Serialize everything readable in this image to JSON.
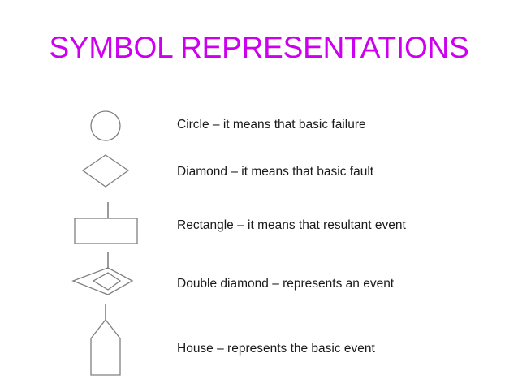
{
  "slide": {
    "title": "SYMBOL REPRESENTATIONS",
    "title_color": "#cc00ee",
    "background_color": "#ffffff",
    "shape_stroke_color": "#808080",
    "label_color": "#1a1a1a"
  },
  "symbols": [
    {
      "shape": "circle",
      "shape_icon": "circle-shape",
      "label": "Circle – it means that basic failure",
      "has_stem": false
    },
    {
      "shape": "diamond",
      "shape_icon": "diamond-shape",
      "label": "Diamond – it means that basic fault",
      "has_stem": false
    },
    {
      "shape": "rectangle",
      "shape_icon": "rectangle-shape",
      "label": "Rectangle – it means that resultant event",
      "has_stem": true
    },
    {
      "shape": "double-diamond",
      "shape_icon": "double-diamond-shape",
      "label": "Double diamond – represents an event",
      "has_stem": true
    },
    {
      "shape": "house",
      "shape_icon": "house-shape",
      "label": "House – represents the basic event",
      "has_stem": true
    }
  ]
}
